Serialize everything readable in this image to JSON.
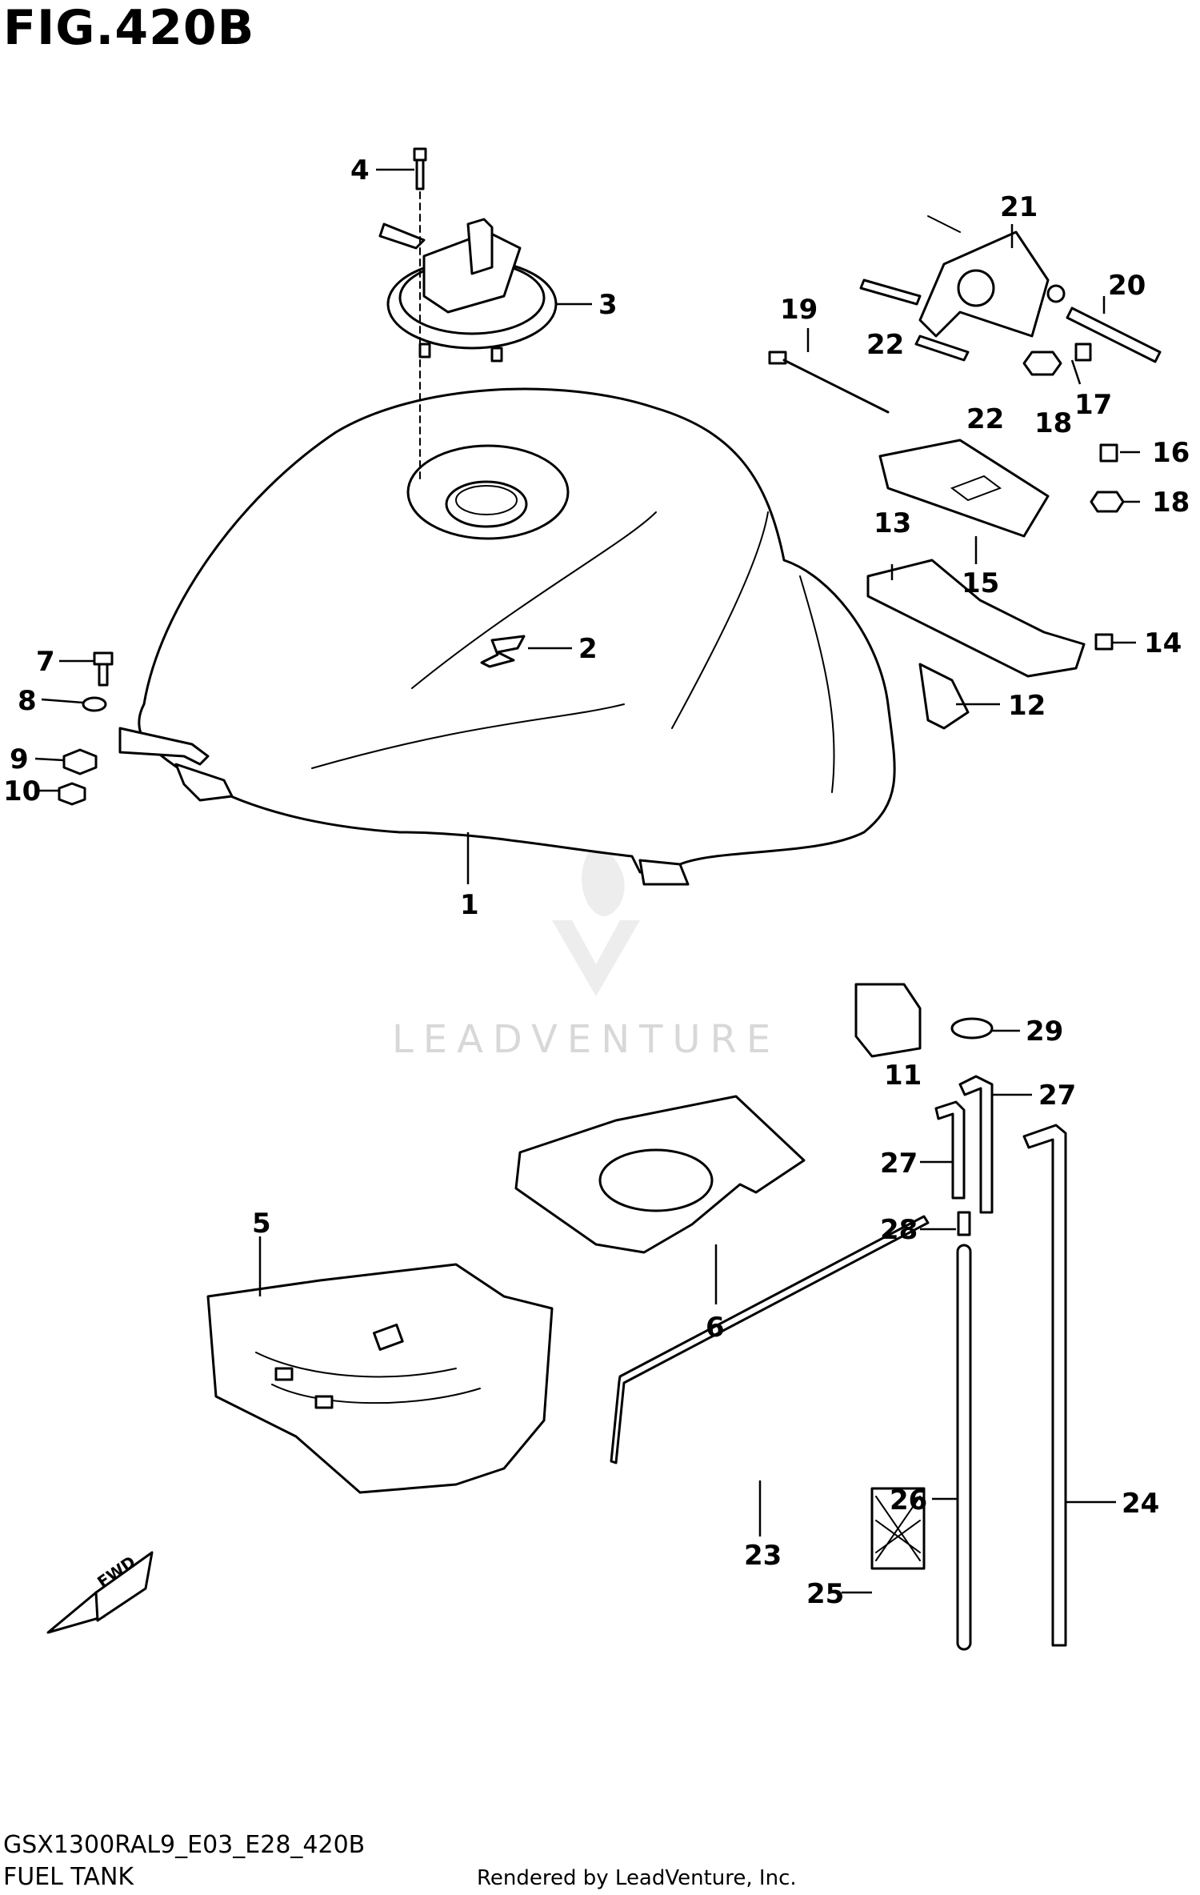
{
  "figure": {
    "title": "FIG.420B"
  },
  "watermark": {
    "text": "LEADVENTURE"
  },
  "direction_arrow": {
    "label": "FWD"
  },
  "callouts": [
    "1",
    "2",
    "3",
    "4",
    "5",
    "6",
    "7",
    "8",
    "9",
    "10",
    "11",
    "12",
    "13",
    "14",
    "15",
    "16",
    "17",
    "18",
    "18",
    "19",
    "20",
    "21",
    "22",
    "22",
    "23",
    "24",
    "25",
    "26",
    "27",
    "27",
    "28",
    "29"
  ],
  "footer": {
    "model_code": "GSX1300RAL9_E03_E28_420B",
    "section_name": "FUEL TANK",
    "rendered_by": "Rendered by LeadVenture, Inc."
  }
}
